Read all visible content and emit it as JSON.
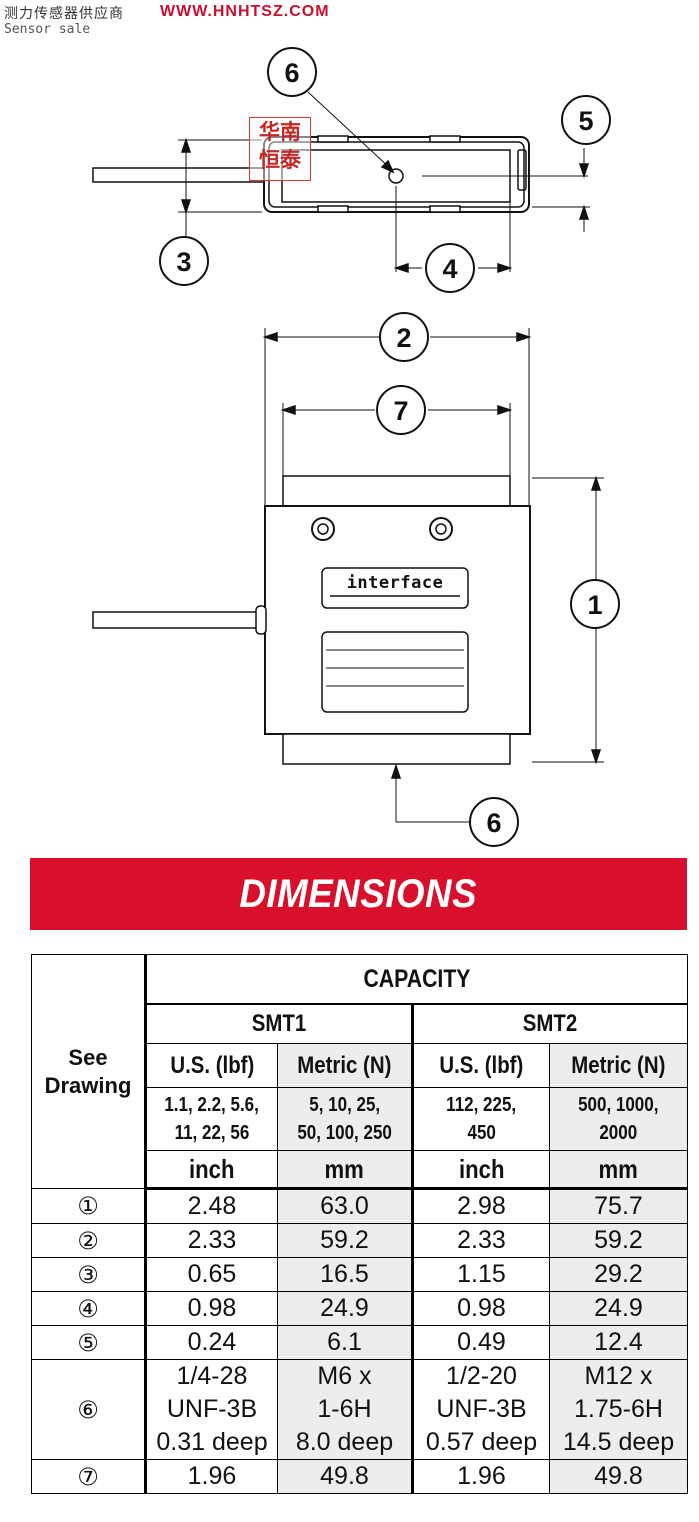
{
  "header": {
    "cn": "测力传感器供应商",
    "url": "WWW.HNHTSZ.COM",
    "sub": "Sensor sale"
  },
  "stamp": {
    "line1": "华南",
    "line2": "恒泰"
  },
  "drawing": {
    "callouts": [
      "1",
      "2",
      "3",
      "4",
      "5",
      "6",
      "7"
    ],
    "logo_text": "interface"
  },
  "banner": {
    "title": "DIMENSIONS"
  },
  "table": {
    "capacity_label": "CAPACITY",
    "see_drawing": [
      "See",
      "Drawing"
    ],
    "models": [
      "SMT1",
      "SMT2"
    ],
    "unit_heads": [
      "U.S. (lbf)",
      "Metric (N)",
      "U.S. (lbf)",
      "Metric (N)"
    ],
    "capacities": [
      [
        "1.1, 2.2, 5.6,",
        "11, 22, 56"
      ],
      [
        "5, 10, 25,",
        "50, 100, 250"
      ],
      [
        "112, 225,",
        "450"
      ],
      [
        "500, 1000,",
        "2000"
      ]
    ],
    "length_units": [
      "inch",
      "mm",
      "inch",
      "mm"
    ],
    "rows": [
      {
        "ref": "①",
        "values": [
          "2.48",
          "63.0",
          "2.98",
          "75.7"
        ]
      },
      {
        "ref": "②",
        "values": [
          "2.33",
          "59.2",
          "2.33",
          "59.2"
        ]
      },
      {
        "ref": "③",
        "values": [
          "0.65",
          "16.5",
          "1.15",
          "29.2"
        ]
      },
      {
        "ref": "④",
        "values": [
          "0.98",
          "24.9",
          "0.98",
          "24.9"
        ]
      },
      {
        "ref": "⑤",
        "values": [
          "0.24",
          "6.1",
          "0.49",
          "12.4"
        ]
      }
    ],
    "row6": {
      "ref": "⑥",
      "values": [
        [
          "1/4-28",
          "UNF-3B",
          "0.31 deep"
        ],
        [
          "M6 x",
          "1-6H",
          "8.0 deep"
        ],
        [
          "1/2-20",
          "UNF-3B",
          "0.57 deep"
        ],
        [
          "M12 x",
          "1.75-6H",
          "14.5 deep"
        ]
      ]
    },
    "row7": {
      "ref": "⑦",
      "values": [
        "1.96",
        "49.8",
        "1.96",
        "49.8"
      ]
    }
  }
}
